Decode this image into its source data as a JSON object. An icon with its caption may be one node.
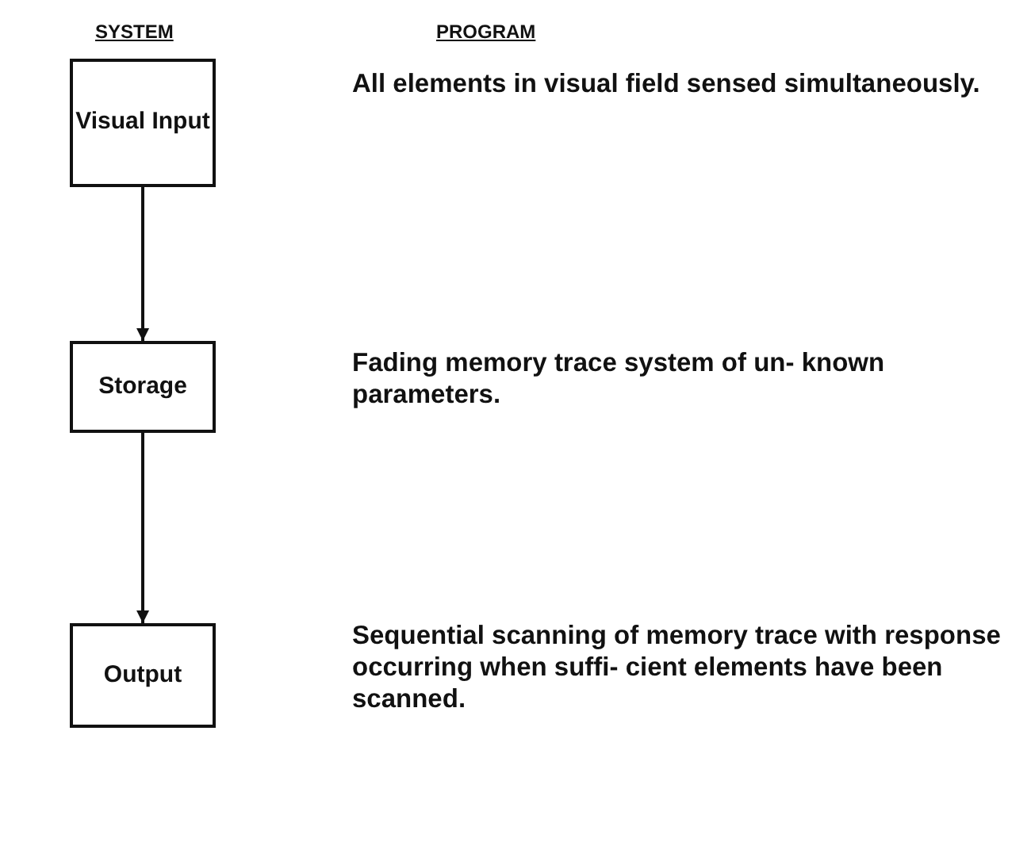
{
  "diagram": {
    "nodes": [
      {
        "text": [
          "Visual Input"
        ]
      },
      {
        "text": [
          "Storage"
        ]
      },
      {
        "text": [
          "Output"
        ]
      }
    ],
    "edges": [
      {
        "from": 0,
        "to": 1,
        "arrow": "to"
      },
      {
        "from": 1,
        "to": 2,
        "arrow": "to"
      }
    ],
    "labels": [
      "SYSTEM",
      "PROGRAM",
      "All elements in visual field sensed simultaneously.",
      "Fading memory trace system of un- known parameters.",
      "Sequential scanning of memory trace with response occurring when suffi- cient elements have been scanned."
    ]
  }
}
